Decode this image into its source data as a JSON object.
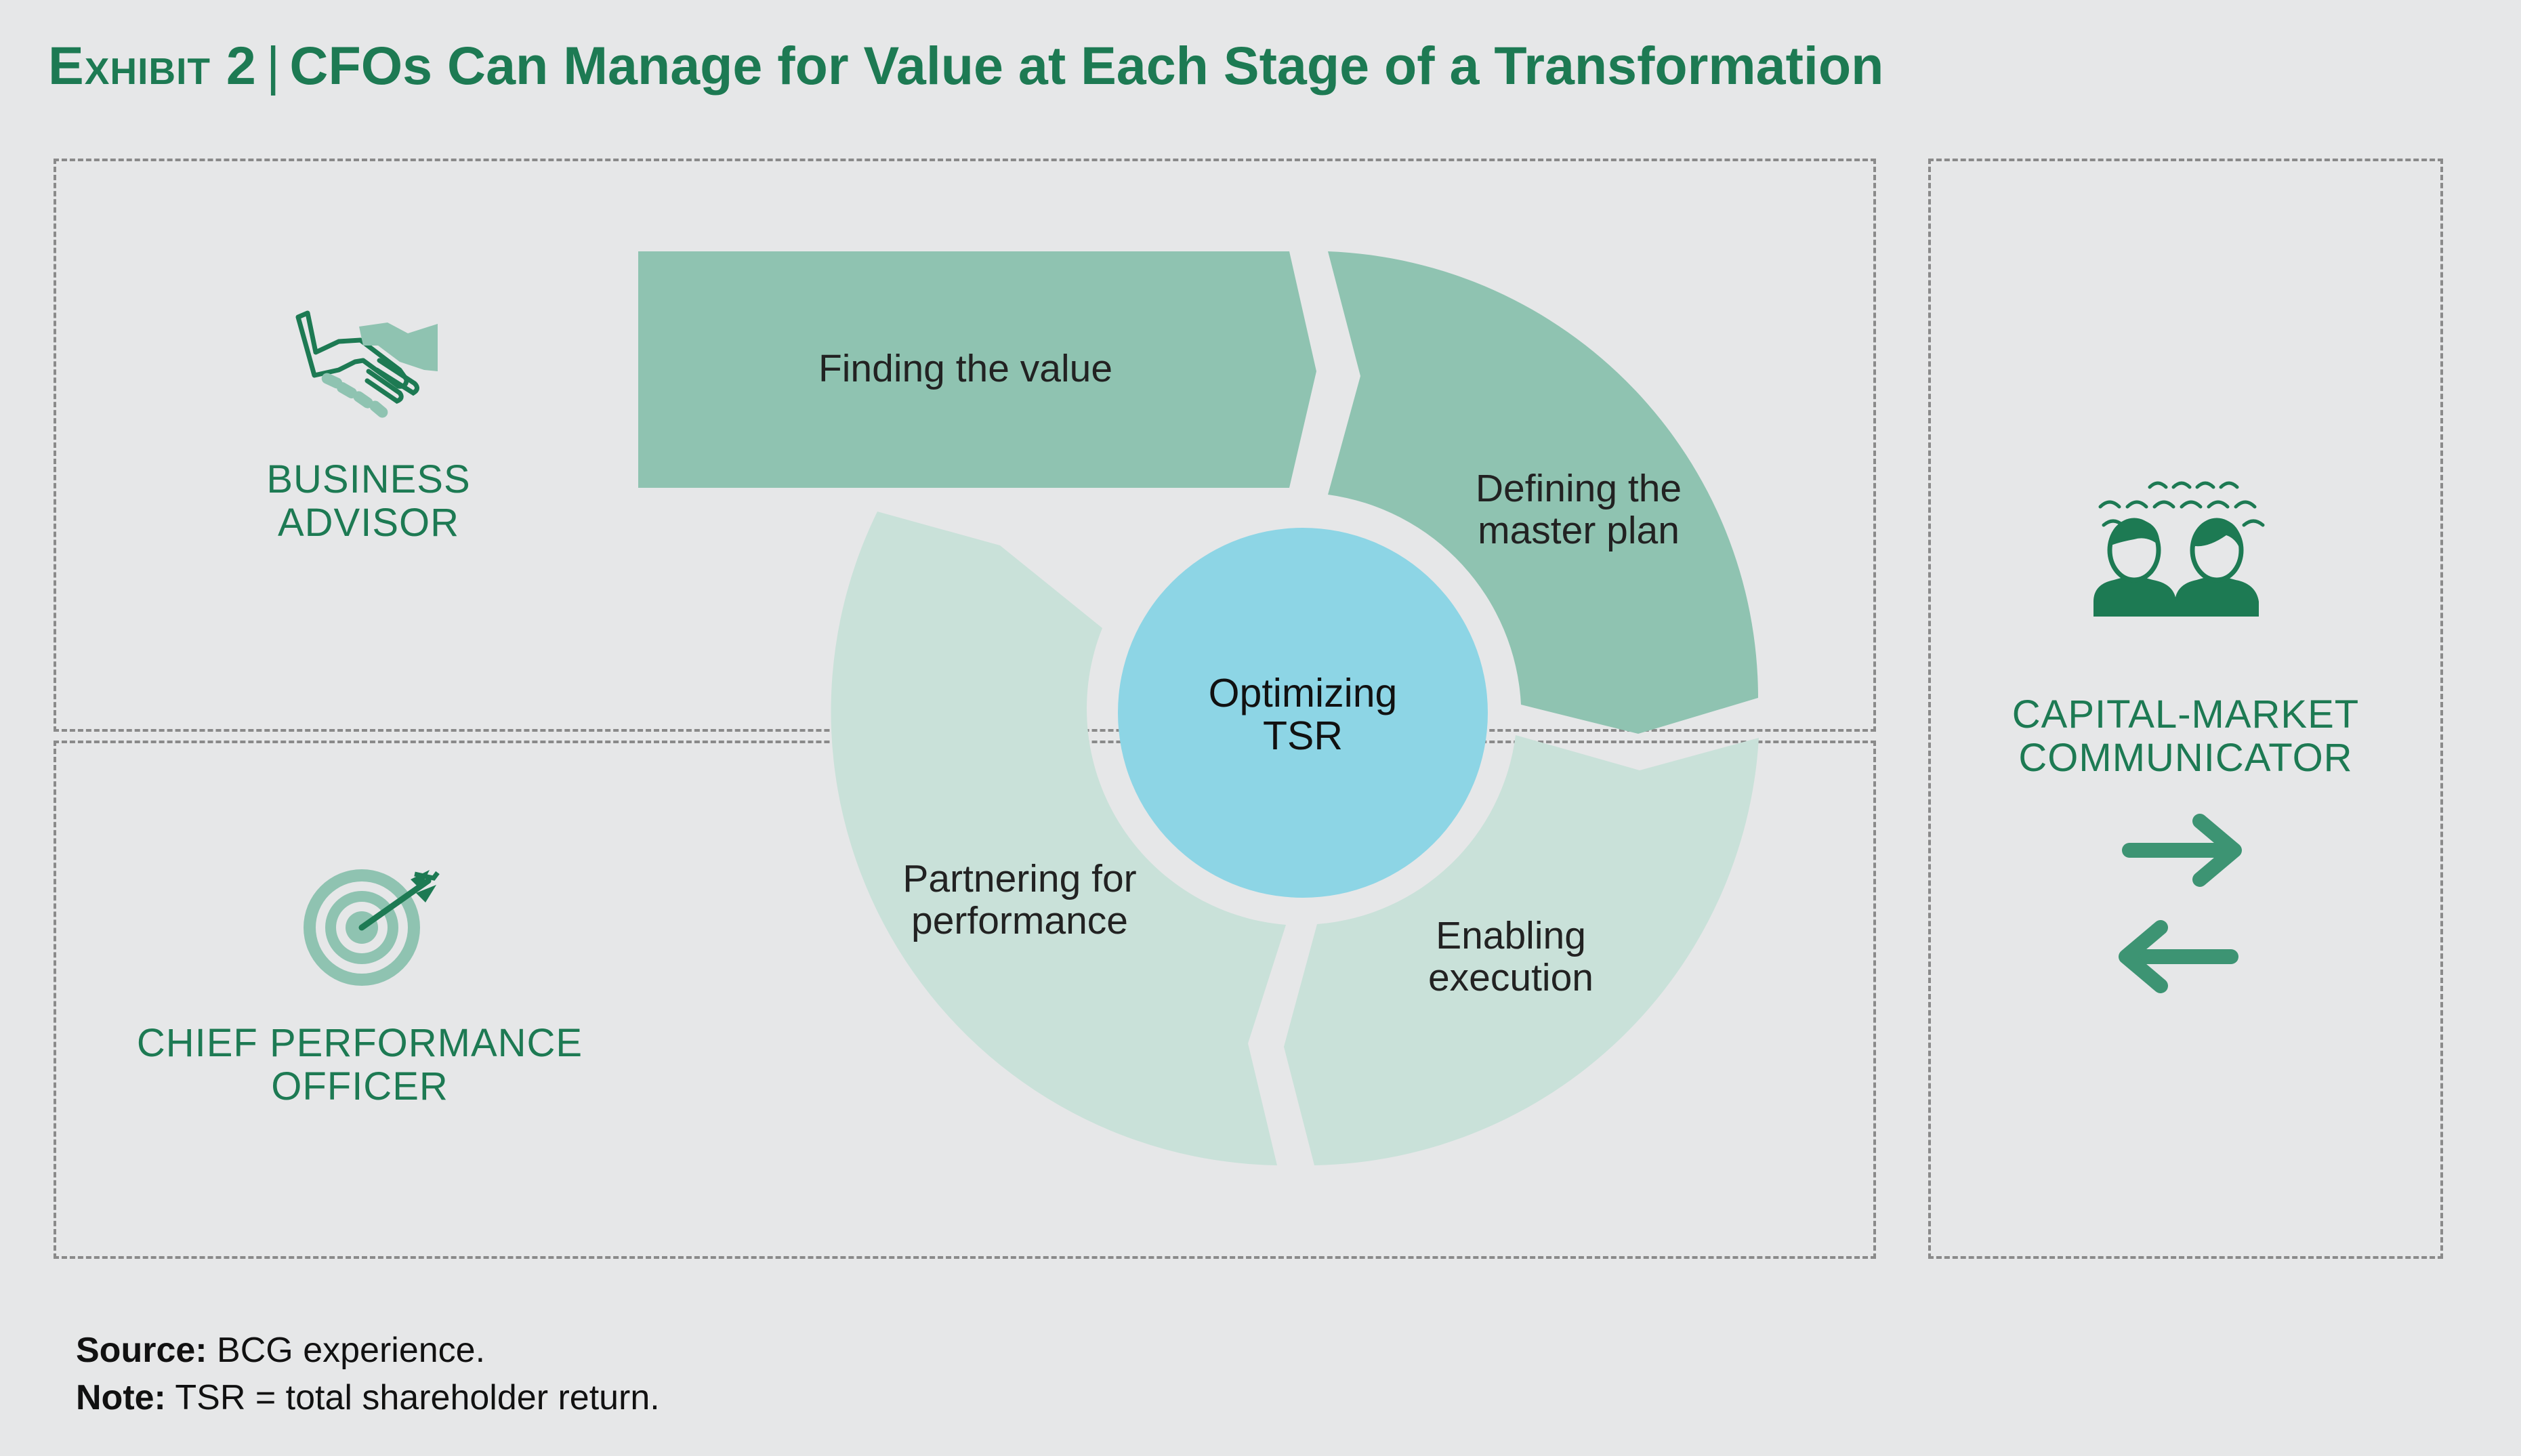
{
  "title": {
    "exhibit": "Exhibit 2",
    "separator": "|",
    "text": "CFOs Can Manage for Value at Each Stage of a Transformation"
  },
  "roles": {
    "business_advisor": {
      "line1": "BUSINESS",
      "line2": "ADVISOR",
      "icon": "handshake-icon"
    },
    "chief_performance_officer": {
      "line1": "CHIEF PERFORMANCE",
      "line2": "OFFICER",
      "icon": "target-icon"
    },
    "capital_market_communicator": {
      "line1": "CAPITAL-MARKET",
      "line2": "COMMUNICATOR",
      "icon": "audience-icon"
    }
  },
  "cycle": {
    "center": {
      "line1": "Optimizing",
      "line2": "TSR"
    },
    "segments": {
      "finding": {
        "line1": "Finding the value"
      },
      "defining": {
        "line1": "Defining the",
        "line2": "master plan"
      },
      "enabling": {
        "line1": "Enabling",
        "line2": "execution"
      },
      "partnering": {
        "line1": "Partnering for",
        "line2": "performance"
      }
    }
  },
  "footer": {
    "source_label": "Source:",
    "source_text": " BCG experience.",
    "note_label": "Note:",
    "note_text": " TSR = total shareholder return."
  },
  "colors": {
    "brand_green": "#1d7a53",
    "segment_dark": "#8fc3b1",
    "segment_light": "#c9e1d9",
    "center_circle": "#8dd5e5",
    "background": "#e6e7e8",
    "icon_dark": "#1d7a53",
    "icon_light": "#8fc3b1",
    "arrow": "#3d9473"
  }
}
